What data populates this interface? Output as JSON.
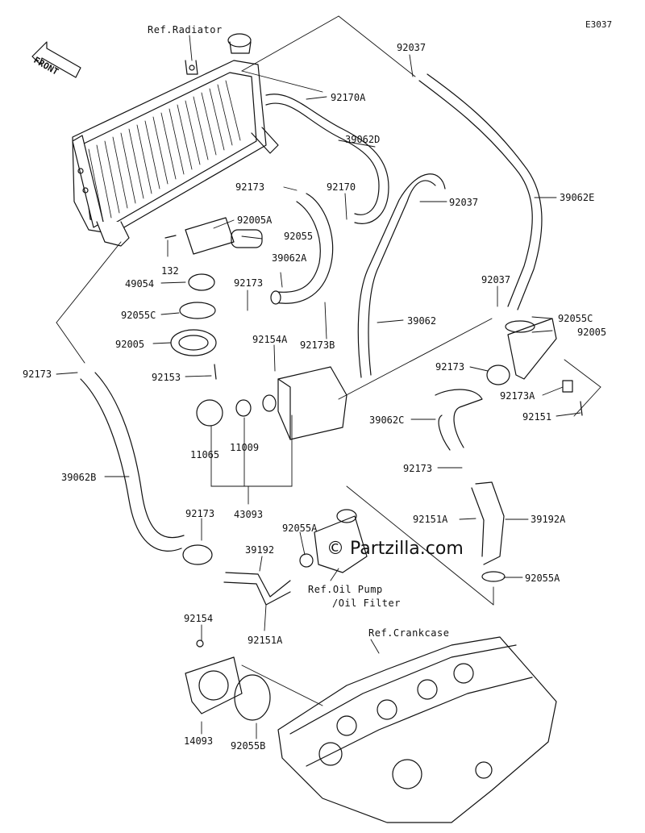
{
  "diagram_code": "E3037",
  "front_marker": "FRONT",
  "watermark": "© Partzilla.com",
  "references": {
    "radiator": "Ref.Radiator",
    "oil_pump_line1": "Ref.Oil Pump",
    "oil_pump_line2": "/Oil Filter",
    "crankcase": "Ref.Crankcase"
  },
  "parts": {
    "p92037_top": "92037",
    "p92170A": "92170A",
    "p39062D": "39062D",
    "p92173_a": "92173",
    "p92170": "92170",
    "p92037_mid": "92037",
    "p39062E": "39062E",
    "p92005A": "92005A",
    "p92055": "92055",
    "p132": "132",
    "p39062A": "39062A",
    "p49054": "49054",
    "p92173_b": "92173",
    "p92037_right": "92037",
    "p92055C_left": "92055C",
    "p39062": "39062",
    "p92055C_right": "92055C",
    "p92005_right": "92005",
    "p92005_left": "92005",
    "p92154A": "92154A",
    "p92173B": "92173B",
    "p92173_c": "92173",
    "p92153": "92153",
    "p92173A": "92173A",
    "p92173_left": "92173",
    "p39062C": "39062C",
    "p92151": "92151",
    "p11065": "11065",
    "p11009": "11009",
    "p92173_d": "92173",
    "p39062B": "39062B",
    "p43093": "43093",
    "p92151A_right": "92151A",
    "p39192A": "39192A",
    "p92173_e": "92173",
    "p92055A_left": "92055A",
    "p39192": "39192",
    "p92055A_right": "92055A",
    "p92151A_bottom": "92151A",
    "p92154": "92154",
    "p14093": "14093",
    "p92055B": "92055B"
  },
  "colors": {
    "ink": "#111111",
    "paper": "#ffffff"
  }
}
